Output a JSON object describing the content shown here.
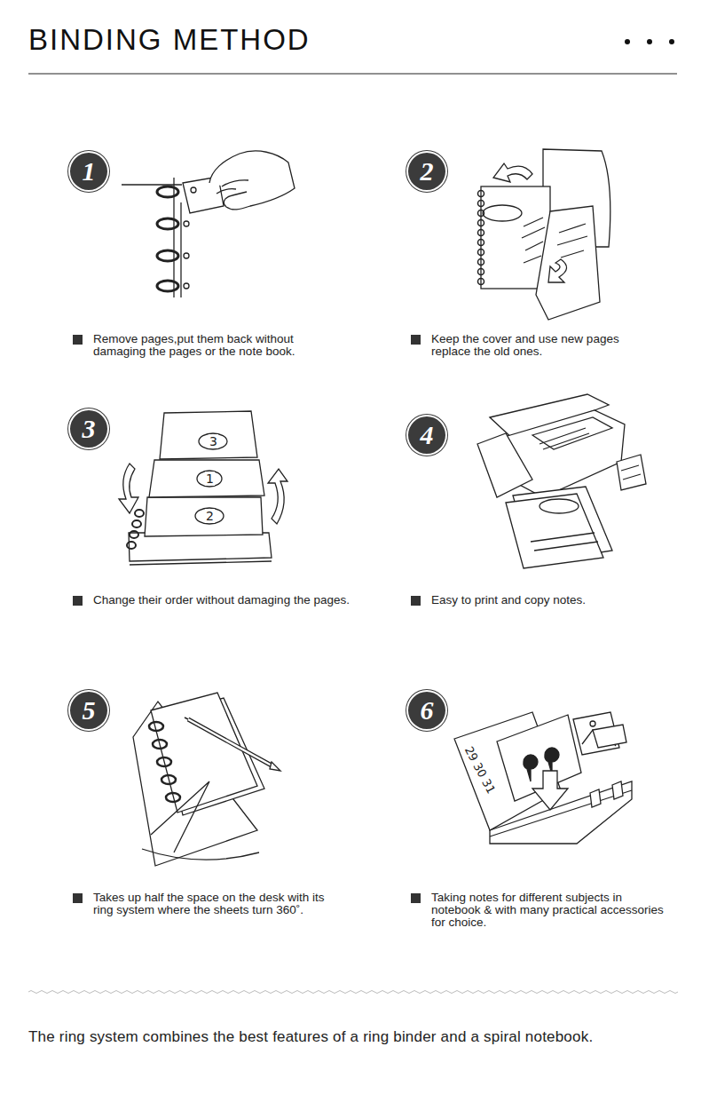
{
  "diagram": {
    "title": "BINDING METHOD",
    "caption": "The ring system combines the best features of a ring binder and a spiral notebook.",
    "nodes": [
      {
        "text": [
          "1"
        ]
      },
      {
        "text": [
          "2"
        ]
      },
      {
        "text": [
          "3"
        ]
      },
      {
        "text": [
          "4"
        ]
      },
      {
        "text": [
          "5"
        ]
      },
      {
        "text": [
          "6"
        ]
      }
    ],
    "labels": [
      "Remove pages,put them back without damaging the pages or the note book.",
      "Keep the cover and use new pages replace the old ones.",
      "Change their order without damaging the pages.",
      "Easy to print and copy notes.",
      "Takes up half the space on the desk with its ring system where the sheets turn 360˚.",
      "Taking notes for different subjects in notebook & with many practical accessories for choice.",
      "3",
      "1",
      "2",
      "29 30 31"
    ]
  }
}
